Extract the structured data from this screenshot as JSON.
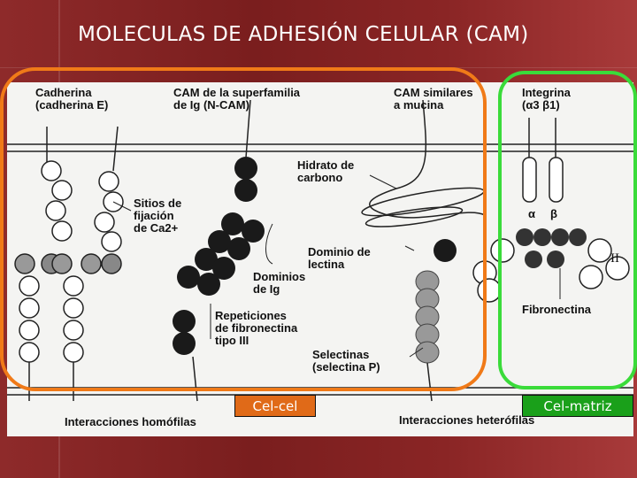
{
  "title": "MOLECULAS DE ADHESIÓN CELULAR (CAM)",
  "labels": {
    "cadherina": "Cadherina\n(cadherina E)",
    "cam_ig": "CAM de la superfamilia\nde Ig (N-CAM)",
    "cam_mucina": "CAM similares\na mucina",
    "integrina": "Integrina\n(α3 β1)",
    "hidrato": "Hidrato de\ncarbono",
    "sitios": "Sitios de\nfijación\nde Ca2+",
    "dominio_lectina": "Dominio de\nlectina",
    "dominios_ig": "Dominios\nde Ig",
    "repeticiones": "Repeticiones\nde fibronectina\ntipo III",
    "selectinas": "Selectinas\n(selectina P)",
    "fibronectina": "Fibronectina",
    "alpha": "α",
    "beta": "β",
    "roman": "II",
    "homofilas": "Interacciones homófilas",
    "heterofilas": "Interacciones heterófilas"
  },
  "boxes": {
    "cel_cel": "Cel-cel",
    "cel_matriz": "Cel-matriz"
  },
  "colors": {
    "orange_border": "#f07a18",
    "green_border": "#3adb3a",
    "cel_cel_fill": "#e06a18",
    "cel_matriz_fill": "#1aa01a"
  }
}
